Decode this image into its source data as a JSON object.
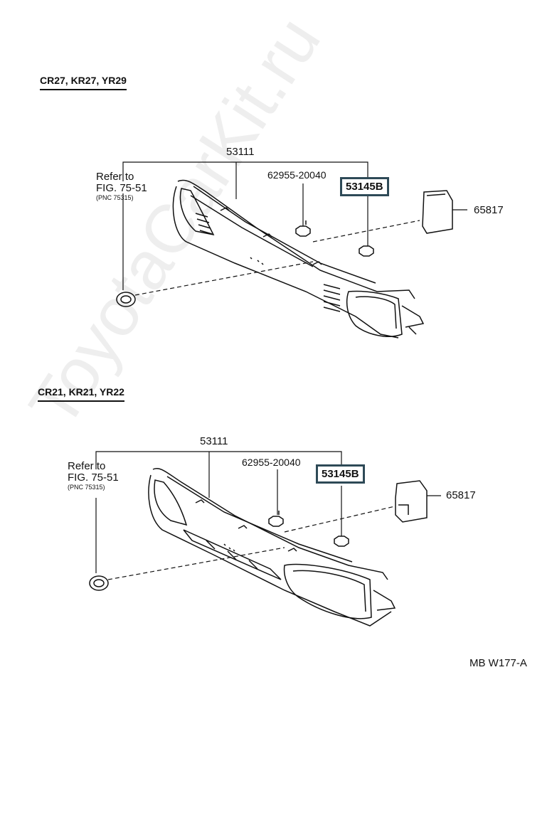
{
  "watermark": "ToyotaCarKit.ru",
  "sections": [
    {
      "header": "CR27, KR27, YR29",
      "labels": {
        "grille_part": "53111",
        "ref_line1": "Refer to",
        "ref_line2": "FIG. 75-51",
        "ref_pnc": "(PNC 75315)",
        "clip_part": "62955-20040",
        "highlighted_part": "53145B",
        "side_part": "65817"
      }
    },
    {
      "header": "CR21, KR21, YR22",
      "labels": {
        "grille_part": "53111",
        "ref_line1": "Refer to",
        "ref_line2": "FIG. 75-51",
        "ref_pnc": "(PNC 75315)",
        "clip_part": "62955-20040",
        "highlighted_part": "53145B",
        "side_part": "65817"
      }
    }
  ],
  "footer_code": "MB  W177-A",
  "colors": {
    "line": "#111111",
    "highlight_border": "#2e4a57",
    "watermark": "#eeeeee"
  }
}
